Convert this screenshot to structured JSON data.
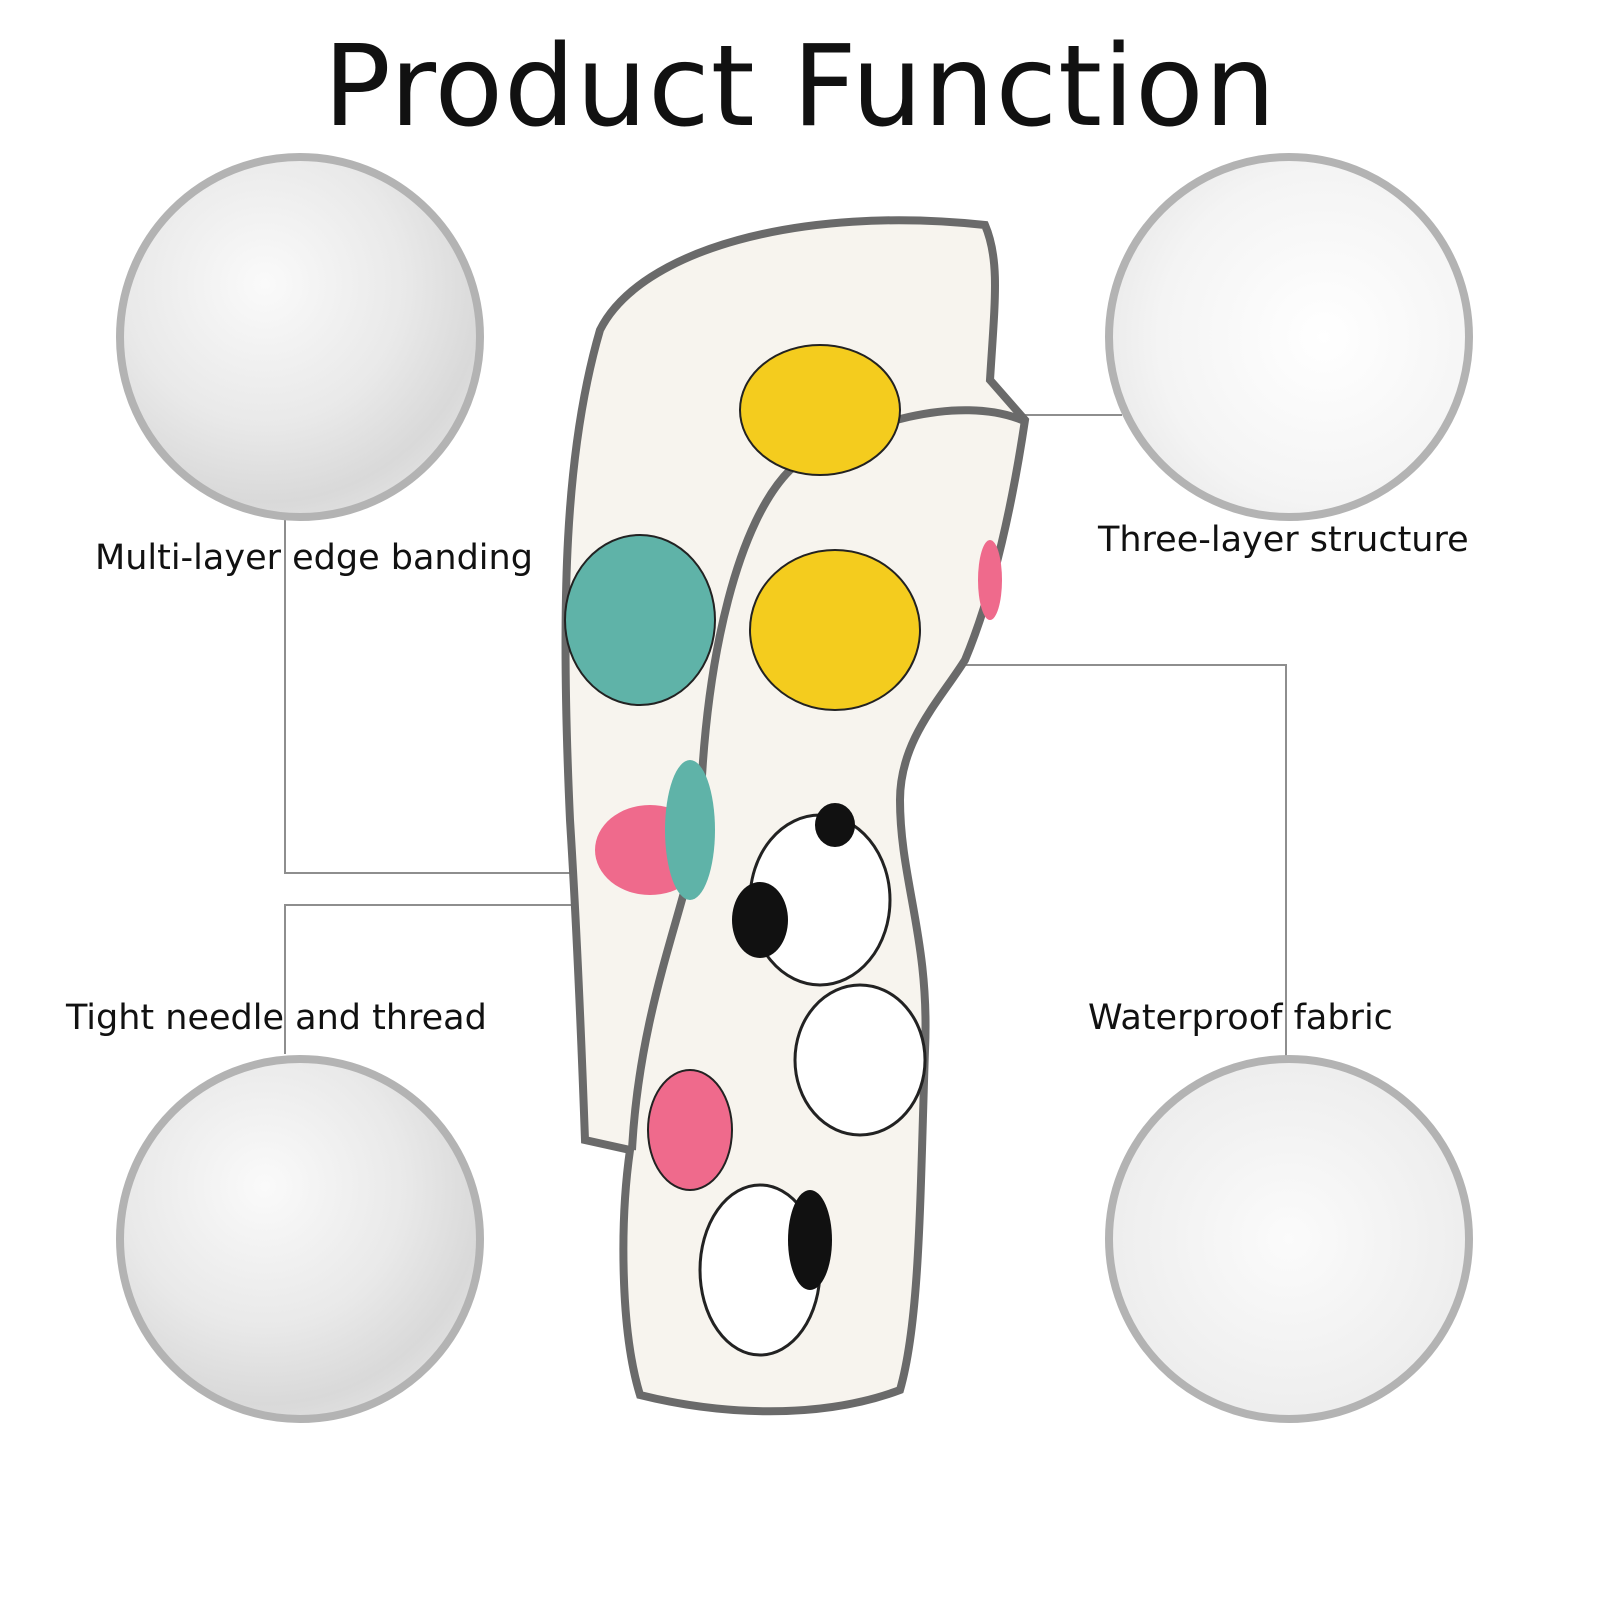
{
  "title": "Product Function",
  "features": [
    {
      "label": "Multi-layer edge banding"
    },
    {
      "label": "Three-layer structure"
    },
    {
      "label": "Tight needle and thread"
    },
    {
      "label": "Waterproof fabric"
    }
  ],
  "colors": {
    "edge": "#666666",
    "yellow": "#f4cc1e",
    "teal": "#5fb3a8",
    "pink": "#ef6a8c",
    "ring": "#b3b3b3"
  }
}
